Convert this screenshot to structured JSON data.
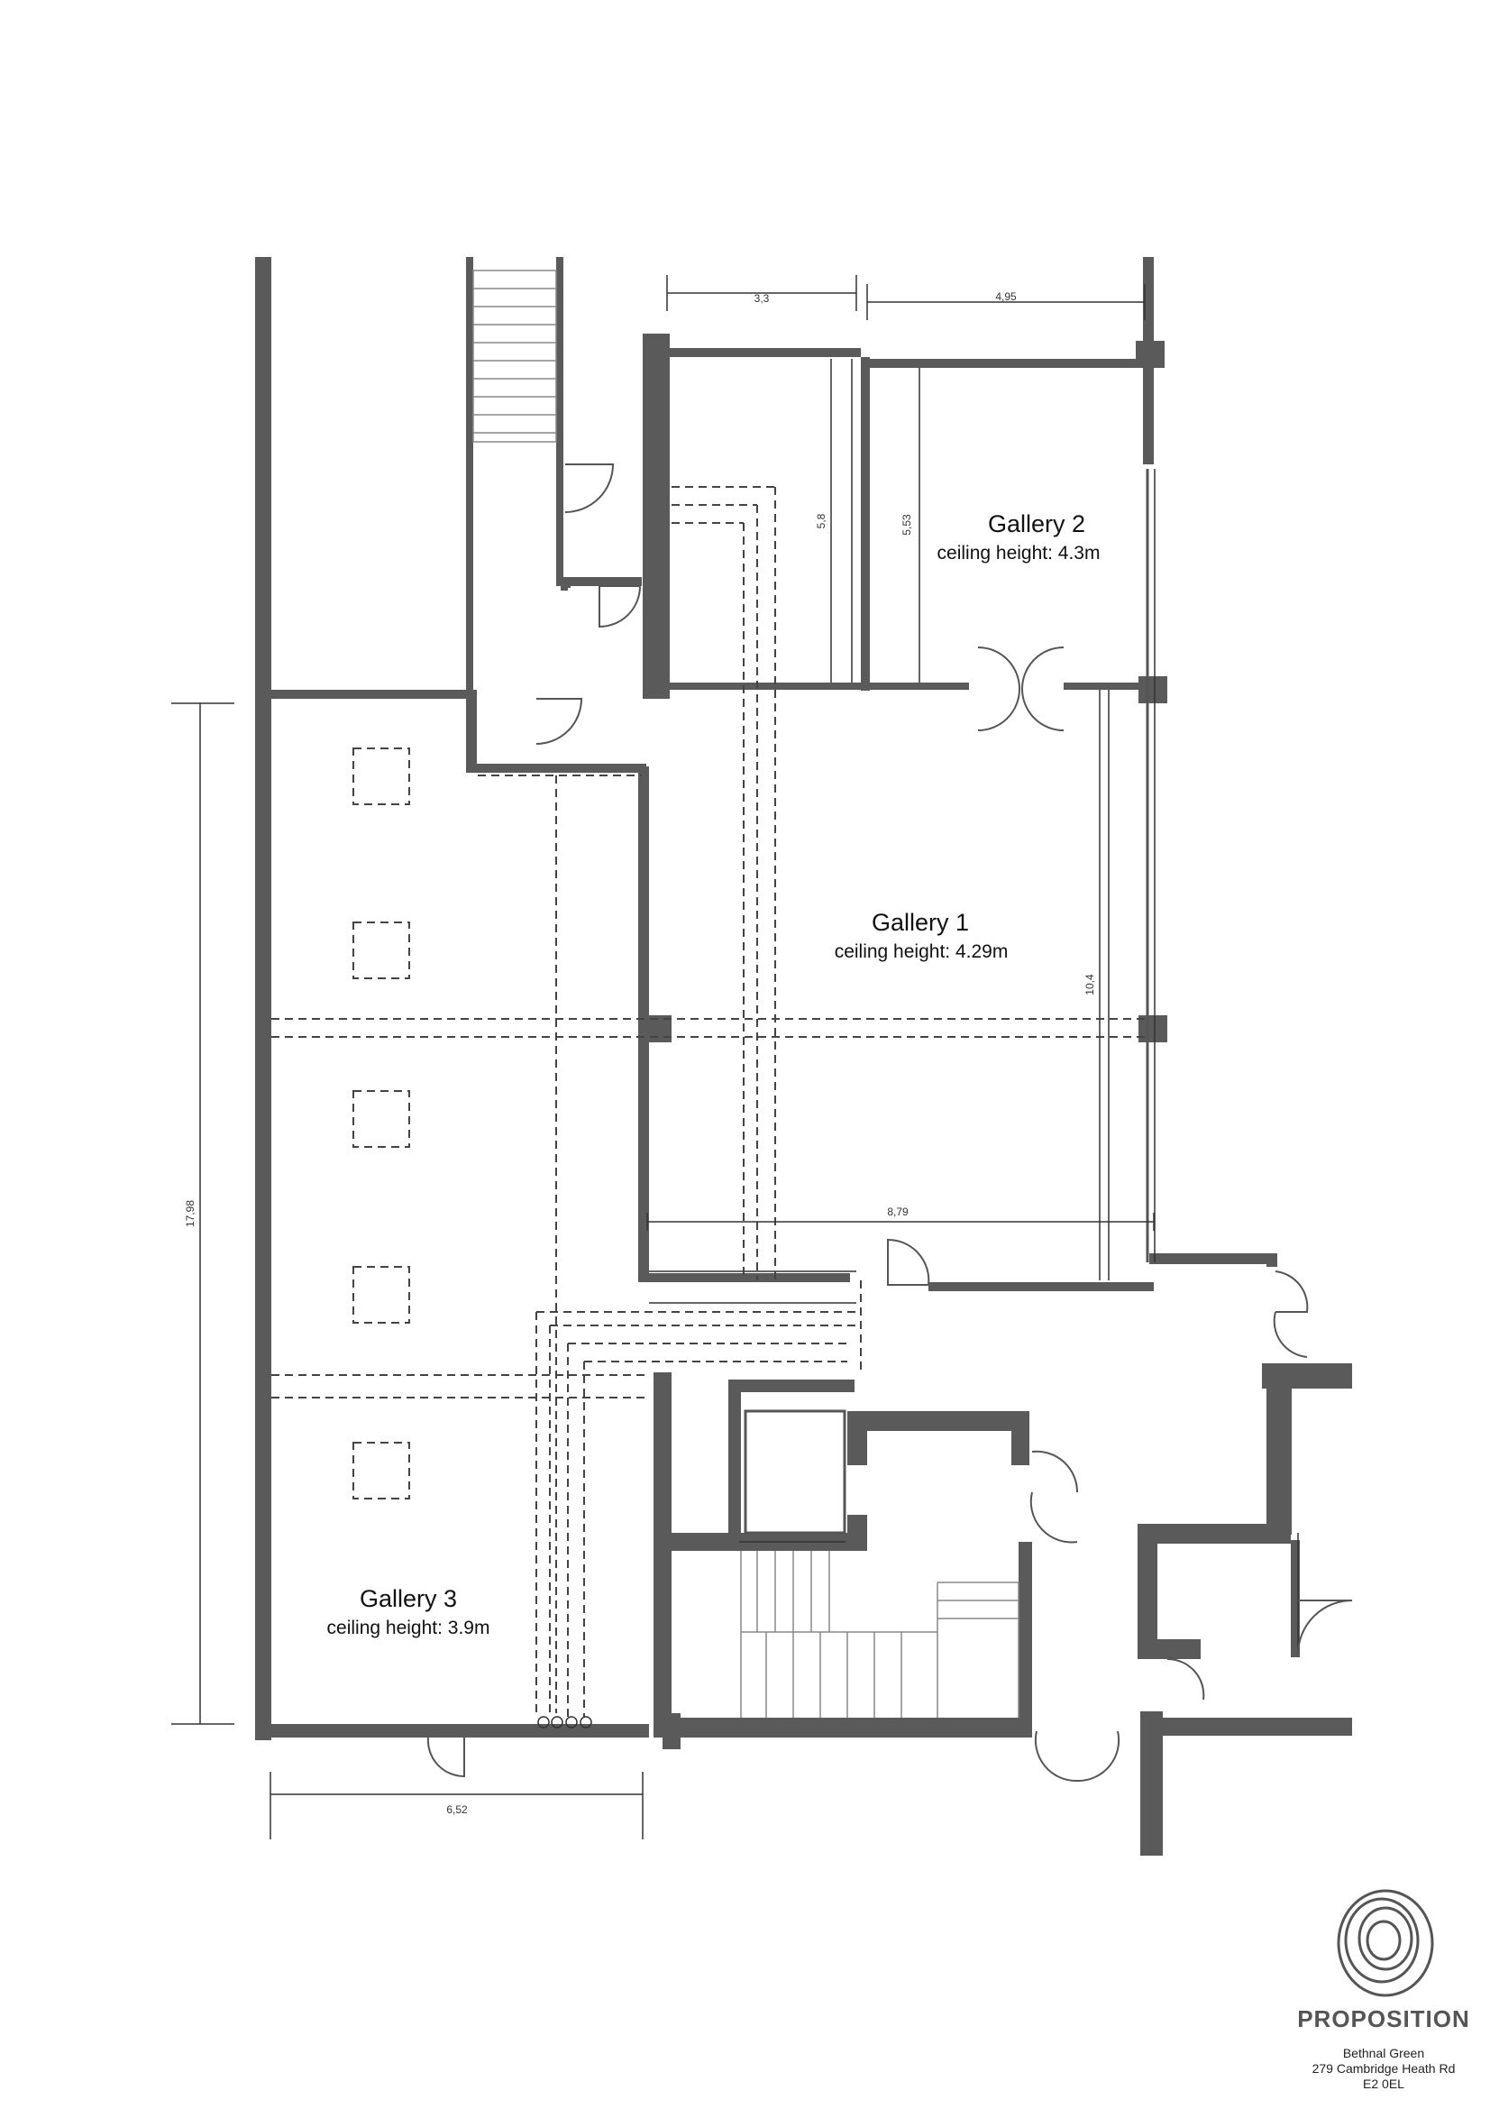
{
  "rooms": {
    "gallery2": {
      "title": "Gallery 2",
      "subtitle": "ceiling height: 4.3m"
    },
    "gallery1": {
      "title": "Gallery 1",
      "subtitle": "ceiling height: 4.29m"
    },
    "gallery3": {
      "title": "Gallery 3",
      "subtitle": "ceiling height: 3.9m"
    }
  },
  "dimensions": {
    "top_left": "3,3",
    "top_right": "4,95",
    "g2_depth_a": "5,8",
    "g2_depth_b": "5,53",
    "g1_depth": "10,4",
    "g1_width": "8,79",
    "left_total": "17,98",
    "g3_width": "6,52"
  },
  "brand": {
    "name": "PROPOSITION",
    "address": [
      "Bethnal Green",
      "279 Cambridge Heath Rd",
      "E2 0EL"
    ]
  },
  "colors": {
    "wall": "#5a5a5a",
    "line": "#444444",
    "logo": "#555555"
  }
}
